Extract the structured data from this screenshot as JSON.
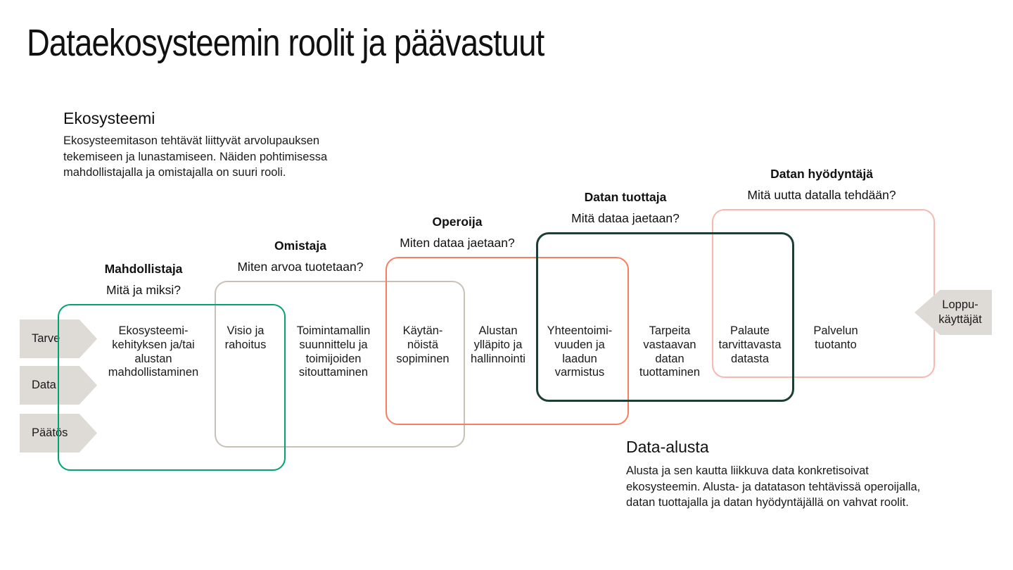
{
  "title": "Dataekosysteemin roolit ja päävastuut",
  "colors": {
    "text": "#111111",
    "arrow_fill": "#DEDAD5",
    "mahdollistaja": "#00A470",
    "omistaja": "#C9C1B5",
    "operoija": "#F87E60",
    "tuottaja": "#1E3D34",
    "hyodyntaja": "#F9B7AE"
  },
  "sections": {
    "ekosysteemi": {
      "heading": "Ekosysteemi",
      "body": "Ekosysteemitason tehtävät liittyvät arvolupauksen\ntekemiseen ja lunastamiseen. Näiden pohtimisessa\nmahdollistajalla ja omistajalla on suuri rooli."
    },
    "data_alusta": {
      "heading": "Data-alusta",
      "body": "Alusta ja sen kautta liikkuva data konkretisoivat\nekosysteemin. Alusta- ja datatason tehtävissä operoijalla,\ndatan tuottajalla ja datan hyödyntäjällä on vahvat roolit."
    }
  },
  "roles": [
    {
      "name": "Mahdollistaja",
      "question": "Mitä ja miksi?",
      "color": "#00A470"
    },
    {
      "name": "Omistaja",
      "question": "Miten arvoa tuotetaan?",
      "color": "#C9C1B5"
    },
    {
      "name": "Operoija",
      "question": "Miten dataa jaetaan?",
      "color": "#F87E60"
    },
    {
      "name": "Datan tuottaja",
      "question": "Mitä dataa jaetaan?",
      "color": "#1E3D34"
    },
    {
      "name": "Datan hyödyntäjä",
      "question": "Mitä uutta datalla tehdään?",
      "color": "#F9B7AE"
    }
  ],
  "tasks": [
    {
      "text": "Ekosysteemi-\nkehityksen ja/tai\nalustan\nmahdollistaminen"
    },
    {
      "text": "Visio ja\nrahoitus"
    },
    {
      "text": "Toimintamallin\nsuunnittelu ja\ntoimijoiden\nsitouttaminen"
    },
    {
      "text": "Käytän-\nnöistä\nsopiminen"
    },
    {
      "text": "Alustan\nylläpito ja\nhallinnointi"
    },
    {
      "text": "Yhteentoimi-\nvuuden ja\nlaadun\nvarmistus"
    },
    {
      "text": "Tarpeita\nvastaavan\ndatan\ntuottaminen"
    },
    {
      "text": "Palaute\ntarvittavasta\ndatasta"
    },
    {
      "text": "Palvelun\ntuotanto"
    }
  ],
  "inputs": [
    {
      "label": "Tarve"
    },
    {
      "label": "Data"
    },
    {
      "label": "Päätös"
    }
  ],
  "output": {
    "label": "Loppu-\nkäyttäjät"
  }
}
